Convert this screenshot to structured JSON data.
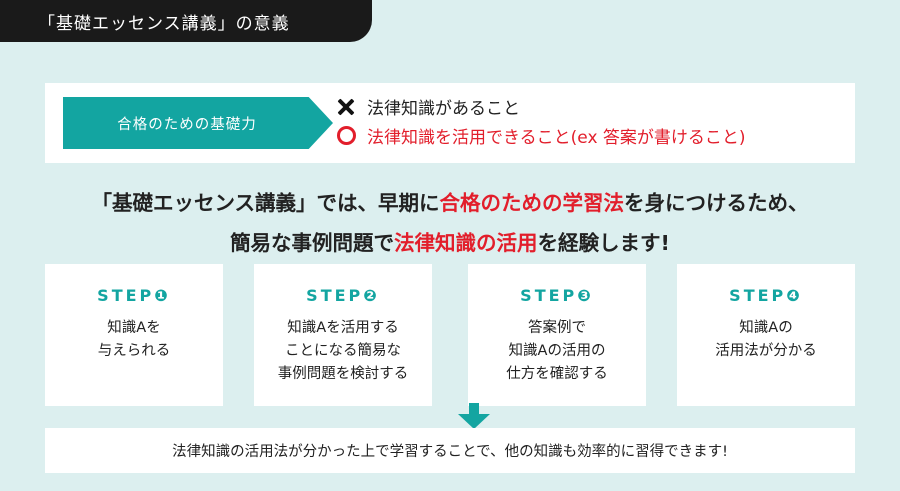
{
  "header": {
    "title": "「基礎エッセンス講義」の意義"
  },
  "foundation": {
    "label": "合格のための基礎力",
    "bad_icon": "cross-icon",
    "bad_text": "法律知識があること",
    "good_icon": "circle-icon",
    "good_text": "法律知識を活用できること(ex 答案が書けること)"
  },
  "main": {
    "line1": {
      "a": "「基礎エッセンス講義」では、早期に",
      "highlight": "合格のための学習法",
      "b": "を身につけるため、"
    },
    "line2": {
      "a": "簡易な事例問題で",
      "highlight": "法律知識の活用",
      "b": "を経験します!"
    }
  },
  "steps": [
    {
      "title": "STEP❶",
      "desc": "知識Aを\n与えられる"
    },
    {
      "title": "STEP❷",
      "desc": "知識Aを活用する\nことになる簡易な\n事例問題を検討する"
    },
    {
      "title": "STEP❸",
      "desc": "答案例で\n知識Aの活用の\n仕方を確認する"
    },
    {
      "title": "STEP❹",
      "desc": "知識Aの\n活用法が分かる"
    }
  ],
  "conclusion": {
    "text": "法律知識の活用法が分かった上で学習することで、他の知識も効率的に習得できます!"
  },
  "colors": {
    "accent": "#13a5a1",
    "highlight": "#e21e2b",
    "background": "#dcefef",
    "header": "#1a1a1a"
  }
}
